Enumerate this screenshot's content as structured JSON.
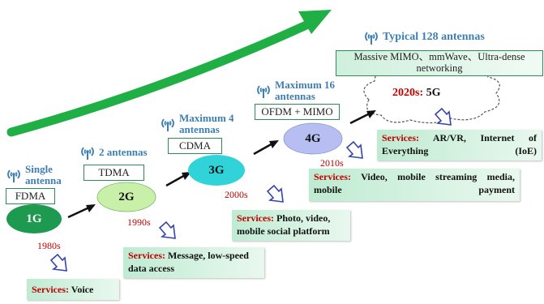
{
  "generations": [
    {
      "gen": "1G",
      "era": "1980s",
      "tech": "FDMA",
      "antenna": "Single antenna",
      "services_label": "Services:",
      "services": "Voice"
    },
    {
      "gen": "2G",
      "era": "1990s",
      "tech": "TDMA",
      "antenna": "2 antennas",
      "services_label": "Services:",
      "services": "Message, low-speed data access"
    },
    {
      "gen": "3G",
      "era": "2000s",
      "tech": "CDMA",
      "antenna": "Maximum 4 antennas",
      "services_label": "Services:",
      "services": "Photo, video, mobile social platform"
    },
    {
      "gen": "4G",
      "era": "2010s",
      "tech": "OFDM + MIMO",
      "antenna": "Maximum 16 antennas",
      "services_label": "Services:",
      "services": "Video, mobile streaming media, mobile payment"
    },
    {
      "gen": "5G",
      "era": "2020s:",
      "tech": "Massive MIMO、mmWave、Ultra-dense networking",
      "antenna": "Typical 128 antennas",
      "services_label": "Services:",
      "services": "AR/VR, Internet of Everything (IoE)"
    }
  ],
  "colors": {
    "trend_arrow": "#1FAF45",
    "ellipse_1g": "#1E9950",
    "ellipse_2g": "#C8F0A8",
    "ellipse_3g": "#2FD3D8",
    "ellipse_4g": "#B7BFF2",
    "era_text": "#C00000",
    "antenna_text": "#3E7FB3",
    "service_box": "#BFEBD2",
    "hollow_arrow": "#3344AA"
  }
}
